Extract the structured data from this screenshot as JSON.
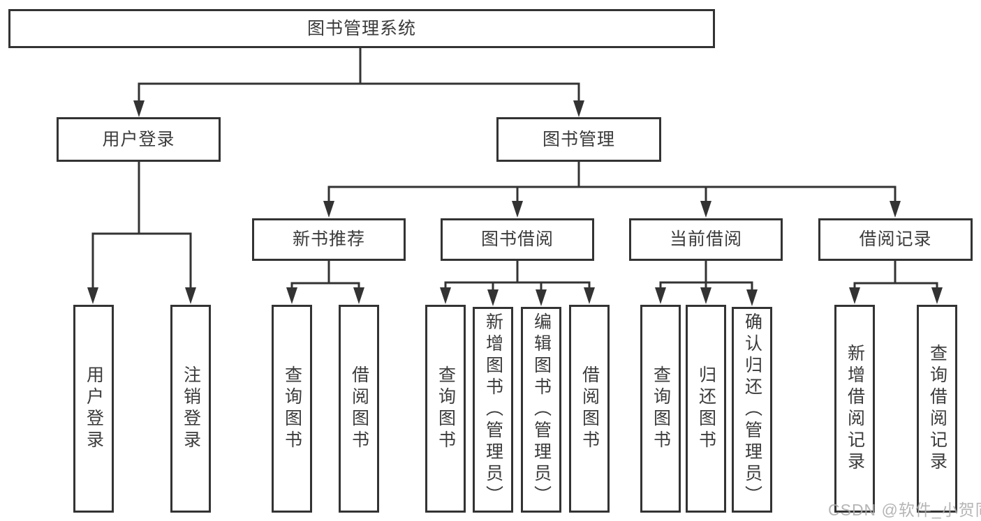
{
  "diagram_title": "图书管理系统",
  "nodes": {
    "root": "图书管理系统",
    "user_login": "用户登录",
    "book_management": "图书管理",
    "new_book_recommend": "新书推荐",
    "book_borrowing": "图书借阅",
    "current_borrowing": "当前借阅",
    "borrowing_records": "借阅记录",
    "user_login_leaf": "用户登录",
    "logout_login": "注销登录",
    "query_books_recommend": "查询图书",
    "borrow_books_recommend": "借阅图书",
    "query_books_borrowing": "查询图书",
    "add_books_admin": "新增图书（管理员）",
    "edit_books_admin": "编辑图书（管理员）",
    "borrow_books_borrowing": "借阅图书",
    "query_books_current": "查询图书",
    "return_books": "归还图书",
    "confirm_return_admin": "确认归还（管理员）",
    "add_borrowing_record": "新增借阅记录",
    "query_borrowing_record": "查询借阅记录"
  },
  "structure": {
    "图书管理系统": [
      "用户登录",
      "图书管理"
    ],
    "用户登录": [
      "用户登录",
      "注销登录"
    ],
    "图书管理": [
      "新书推荐",
      "图书借阅",
      "当前借阅",
      "借阅记录"
    ],
    "新书推荐": [
      "查询图书",
      "借阅图书"
    ],
    "图书借阅": [
      "查询图书",
      "新增图书（管理员）",
      "编辑图书（管理员）",
      "借阅图书"
    ],
    "当前借阅": [
      "查询图书",
      "归还图书",
      "确认归还（管理员）"
    ],
    "借阅记录": [
      "新增借阅记录",
      "查询借阅记录"
    ]
  },
  "watermark": "CSDN @软件_小贺同学",
  "colors": {
    "line": "#333333",
    "text": "#3b3b3b",
    "background": "#ffffff",
    "watermark": "#ababab"
  }
}
